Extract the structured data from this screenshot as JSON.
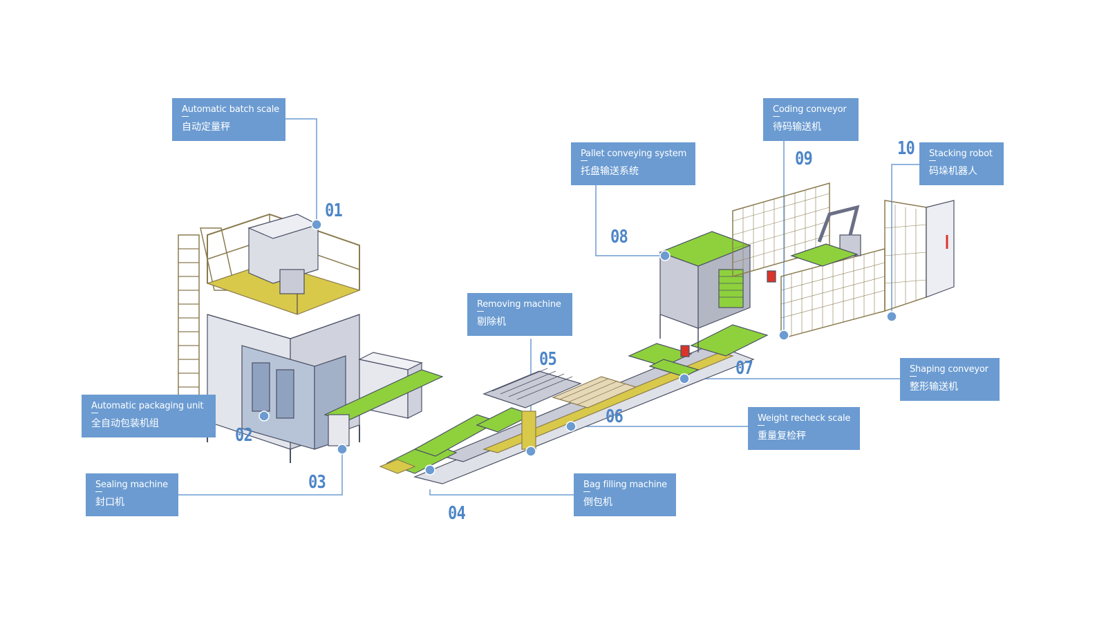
{
  "colors": {
    "label_bg": "#6b9bd1",
    "number": "#4d86c8",
    "leader_line": "#6b9bd1",
    "machine_green": "#8ed13d",
    "machine_steel": "#c9cbd6",
    "machine_outline": "#4a4f63",
    "rail_yellow": "#d8c94a",
    "frame_brown": "#8a7a4e"
  },
  "stations": [
    {
      "id": "01",
      "en": "Automatic batch scale",
      "zh": "自动定量秤"
    },
    {
      "id": "02",
      "en": "Automatic packaging unit",
      "zh": "全自动包装机组"
    },
    {
      "id": "03",
      "en": "Sealing machine",
      "zh": "封口机"
    },
    {
      "id": "04",
      "en": "Bag filling machine",
      "zh": "倒包机"
    },
    {
      "id": "05",
      "en": "Removing machine",
      "zh": "剔除机"
    },
    {
      "id": "06",
      "en": "Weight recheck scale",
      "zh": "重量复检秤"
    },
    {
      "id": "07",
      "en": "Shaping conveyor",
      "zh": "整形输送机"
    },
    {
      "id": "08",
      "en": "Pallet conveying system",
      "zh": "托盘输送系统"
    },
    {
      "id": "09",
      "en": "Coding conveyor",
      "zh": "待码输送机"
    },
    {
      "id": "10",
      "en": "Stacking robot",
      "zh": "码垛机器人"
    }
  ]
}
